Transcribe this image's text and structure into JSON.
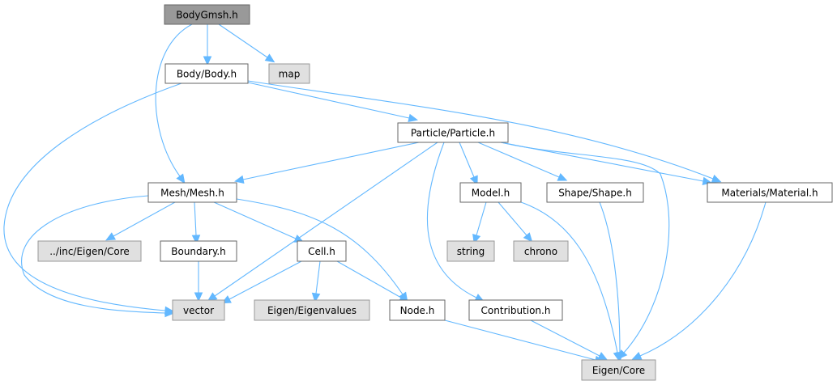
{
  "graph": {
    "type": "include-dependency-graph",
    "colors": {
      "edge": "#63b8ff",
      "root_fill": "#999999",
      "local_fill": "#ffffff",
      "external_fill": "#e0e0e0",
      "border": "#666666"
    },
    "nodes": {
      "bodygmsh": {
        "label": "BodyGmsh.h",
        "kind": "root"
      },
      "body": {
        "label": "Body/Body.h",
        "kind": "local"
      },
      "map": {
        "label": "map",
        "kind": "external"
      },
      "particle": {
        "label": "Particle/Particle.h",
        "kind": "local"
      },
      "mesh": {
        "label": "Mesh/Mesh.h",
        "kind": "local"
      },
      "model": {
        "label": "Model.h",
        "kind": "local"
      },
      "shape": {
        "label": "Shape/Shape.h",
        "kind": "local"
      },
      "material": {
        "label": "Materials/Material.h",
        "kind": "local"
      },
      "inc_eigen_core": {
        "label": "../inc/Eigen/Core",
        "kind": "external"
      },
      "boundary": {
        "label": "Boundary.h",
        "kind": "local"
      },
      "cell": {
        "label": "Cell.h",
        "kind": "local"
      },
      "string": {
        "label": "string",
        "kind": "external"
      },
      "chrono": {
        "label": "chrono",
        "kind": "external"
      },
      "vector": {
        "label": "vector",
        "kind": "external"
      },
      "eigenvalues": {
        "label": "Eigen/Eigenvalues",
        "kind": "external"
      },
      "node": {
        "label": "Node.h",
        "kind": "local"
      },
      "contribution": {
        "label": "Contribution.h",
        "kind": "local"
      },
      "eigen_core": {
        "label": "Eigen/Core",
        "kind": "external"
      }
    },
    "edges": [
      [
        "bodygmsh",
        "body"
      ],
      [
        "bodygmsh",
        "map"
      ],
      [
        "bodygmsh",
        "mesh"
      ],
      [
        "body",
        "vector"
      ],
      [
        "body",
        "particle"
      ],
      [
        "body",
        "material"
      ],
      [
        "particle",
        "mesh"
      ],
      [
        "particle",
        "vector"
      ],
      [
        "particle",
        "contribution"
      ],
      [
        "particle",
        "model"
      ],
      [
        "particle",
        "shape"
      ],
      [
        "particle",
        "eigen_core"
      ],
      [
        "particle",
        "material"
      ],
      [
        "mesh",
        "vector"
      ],
      [
        "mesh",
        "inc_eigen_core"
      ],
      [
        "mesh",
        "boundary"
      ],
      [
        "mesh",
        "cell"
      ],
      [
        "mesh",
        "node"
      ],
      [
        "boundary",
        "vector"
      ],
      [
        "cell",
        "vector"
      ],
      [
        "cell",
        "eigenvalues"
      ],
      [
        "cell",
        "node"
      ],
      [
        "model",
        "string"
      ],
      [
        "model",
        "chrono"
      ],
      [
        "model",
        "eigen_core"
      ],
      [
        "shape",
        "eigen_core"
      ],
      [
        "material",
        "eigen_core"
      ],
      [
        "node",
        "eigen_core"
      ],
      [
        "contribution",
        "eigen_core"
      ]
    ]
  }
}
